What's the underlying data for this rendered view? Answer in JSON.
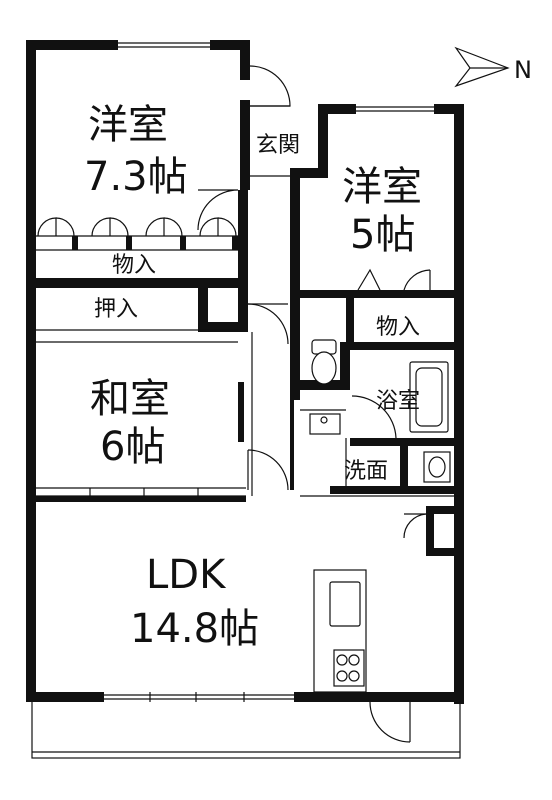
{
  "compass": {
    "label": "N"
  },
  "rooms": {
    "western_a": {
      "name": "洋室",
      "size": "7.3帖"
    },
    "western_b": {
      "name": "洋室",
      "size": "5帖"
    },
    "japanese": {
      "name": "和室",
      "size": "6帖"
    },
    "ldk": {
      "name": "LDK",
      "size": "14.8帖"
    },
    "entrance": {
      "name": "玄関"
    },
    "storage_a": {
      "name": "物入"
    },
    "storage_b": {
      "name": "物入"
    },
    "closet": {
      "name": "押入"
    },
    "bath": {
      "name": "浴室"
    },
    "washroom": {
      "name": "洗面"
    }
  }
}
